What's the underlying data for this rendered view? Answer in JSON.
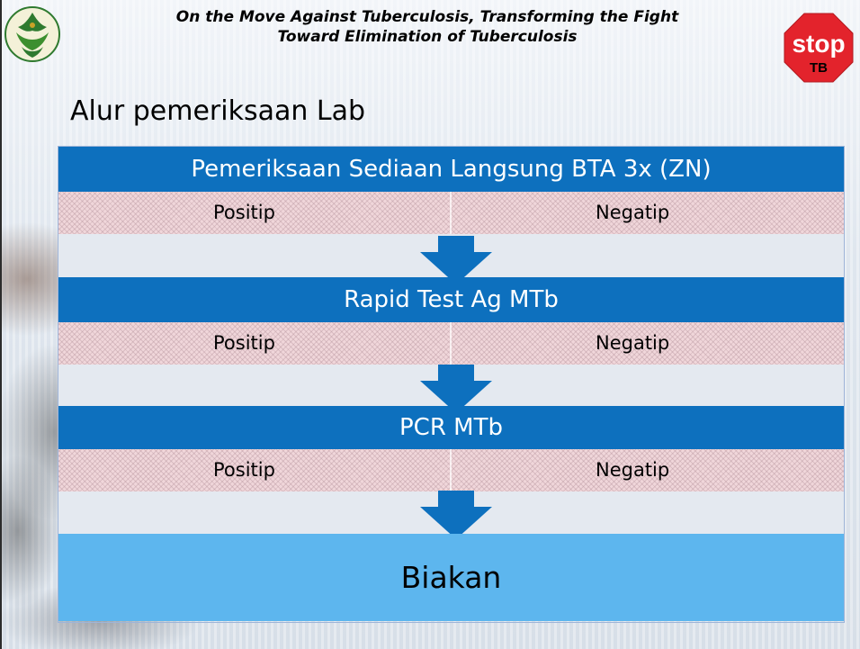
{
  "header": {
    "tagline_line1": "On the Move Against Tuberculosis, Transforming the Fight",
    "tagline_line2": "Toward Elimination of Tuberculosis",
    "stop_sign_text": "stop",
    "stop_sign_subtext": "TB"
  },
  "title": "Alur pemeriksaan Lab",
  "steps": [
    {
      "test": "Pemeriksaan Sediaan Langsung BTA  3x  (ZN)",
      "positive": "Positip",
      "negative": "Negatip"
    },
    {
      "test": "Rapid Test  Ag MTb",
      "positive": "Positip",
      "negative": "Negatip"
    },
    {
      "test": "PCR  MTb",
      "positive": "Positip",
      "negative": "Negatip"
    }
  ],
  "final_step": "Biakan",
  "colors": {
    "test_bar": "#0d70be",
    "final_box": "#5db6ee",
    "result_row": "#f0d6da",
    "arrow": "#0d70be",
    "stop_sign": "#e3232c"
  }
}
